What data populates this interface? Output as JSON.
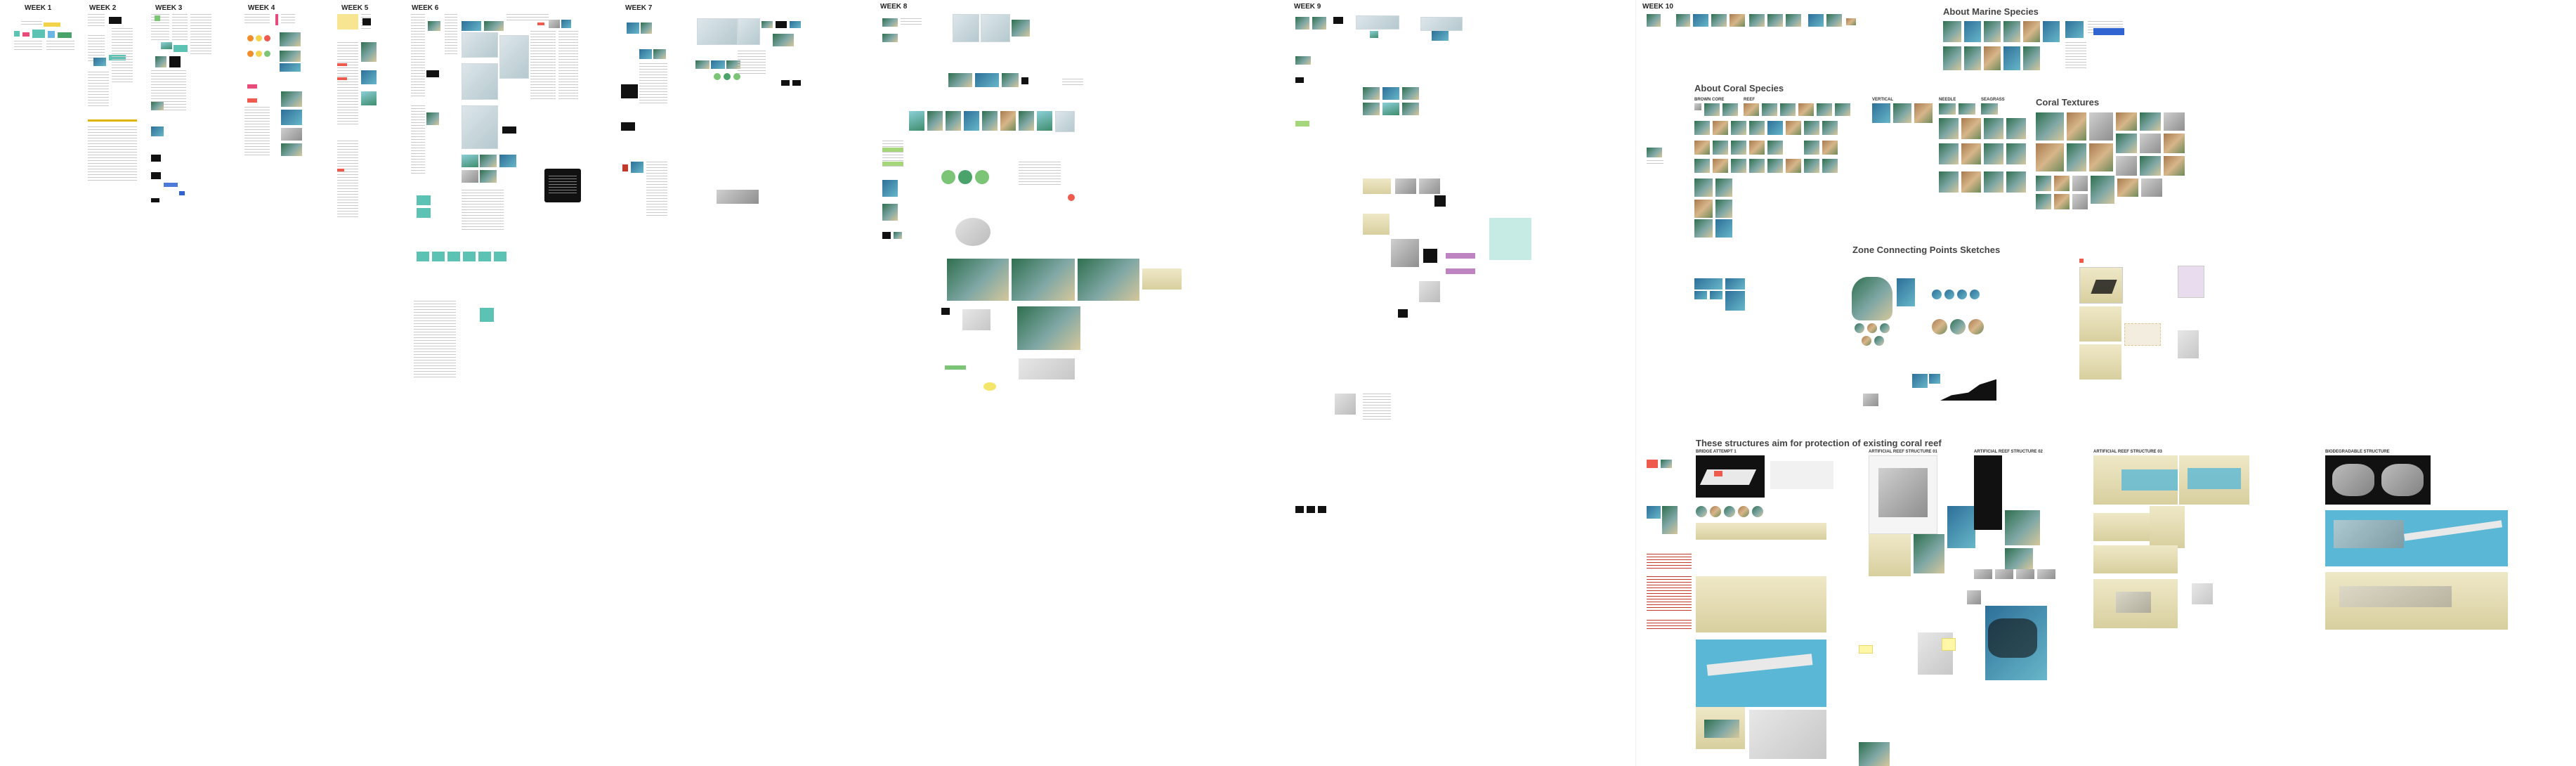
{
  "board": {
    "weeks": [
      "WEEK 1",
      "WEEK 2",
      "WEEK 3",
      "WEEK 4",
      "WEEK 5",
      "WEEK 6",
      "WEEK 7",
      "WEEK 8",
      "WEEK 9",
      "WEEK 10"
    ],
    "headings": {
      "about_marine_species": "About Marine Species",
      "about_coral_species": "About Coral Species",
      "coral_textures": "Coral Textures",
      "zone_connecting": "Zone Connecting Points Sketches",
      "structures": "These structures aim for protection of existing coral reef"
    },
    "coral_species_labels": [
      "BROWN CORE",
      "REEF",
      "VERTICAL",
      "NEEDLE",
      "SEAGRASS"
    ],
    "structure_labels": [
      "BRIDGE ATTEMPT 1",
      "ARTIFICIAL REEF STRUCTURE 01",
      "ARTIFICIAL REEF STRUCTURE 02",
      "ARTIFICIAL REEF STRUCTURE 03",
      "BIODEGRADABLE STRUCTURE"
    ]
  },
  "colors": {
    "accent_teal": "#5cc2b3",
    "warning_red": "#c0392b",
    "sticky_yellow": "#fff7a8"
  }
}
